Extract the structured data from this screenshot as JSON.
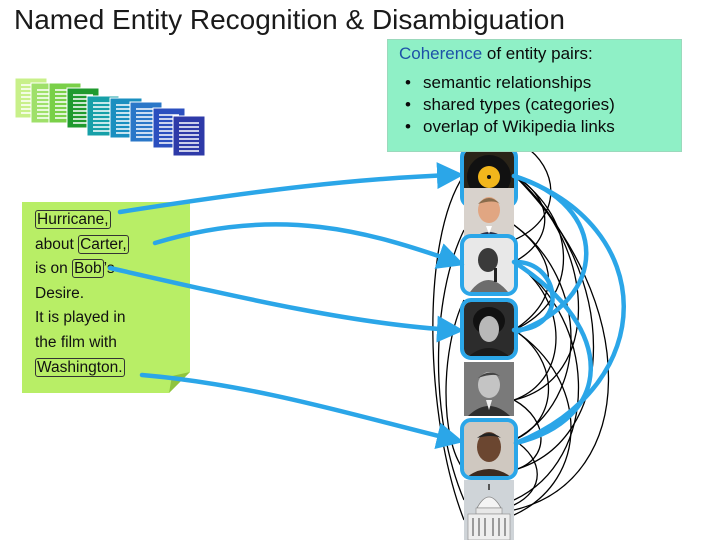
{
  "slide": {
    "title": "Named Entity Recognition & Disambiguation"
  },
  "coherence_box": {
    "heading_accent": "Coherence",
    "heading_rest": " of entity pairs:",
    "items": [
      "semantic relationships",
      "shared types (categories)",
      "overlap of Wikipedia links"
    ],
    "bullet": "•"
  },
  "text_note": {
    "lines": [
      [
        "",
        "Hurricane,",
        ""
      ],
      [
        "about ",
        "Carter,",
        ""
      ],
      [
        "is on ",
        "Bob",
        "’s"
      ],
      [
        "Desire.",
        "",
        ""
      ],
      [
        "It is played in",
        "",
        ""
      ],
      [
        "the film with",
        "",
        ""
      ],
      [
        "",
        "Washington.",
        ""
      ]
    ]
  },
  "candidate_entities": [
    {
      "icon": "vinyl-record-icon",
      "selected": true
    },
    {
      "icon": "portrait-smiling-man-icon",
      "selected": false
    },
    {
      "icon": "portrait-singer-icon",
      "selected": true
    },
    {
      "icon": "portrait-curly-hair-man-icon",
      "selected": true
    },
    {
      "icon": "portrait-politician-icon",
      "selected": false
    },
    {
      "icon": "portrait-actor-icon",
      "selected": true
    },
    {
      "icon": "capitol-building-icon",
      "selected": false
    }
  ],
  "colors": {
    "coherence_bg": "#8ff0c6",
    "accent_blue": "#1d52a8",
    "mapping_arrow": "#2ba6e8",
    "note_bg": "#b8ee66"
  }
}
